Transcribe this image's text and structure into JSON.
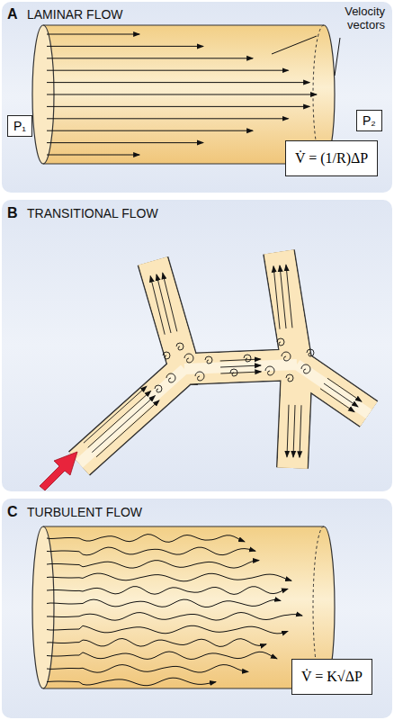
{
  "diagram": {
    "nodes": [
      {
        "text": [
          "P₁"
        ]
      },
      {
        "text": [
          "P₂"
        ]
      },
      {
        "text": [
          "V̇ = (1/R)ΔP"
        ]
      },
      {
        "text": [
          "V̇ = K√ΔP"
        ]
      }
    ],
    "labels": [
      "A",
      "LAMINAR FLOW",
      "Velocity vectors",
      "B",
      "TRANSITIONAL FLOW",
      "C",
      "TURBULENT FLOW"
    ]
  }
}
